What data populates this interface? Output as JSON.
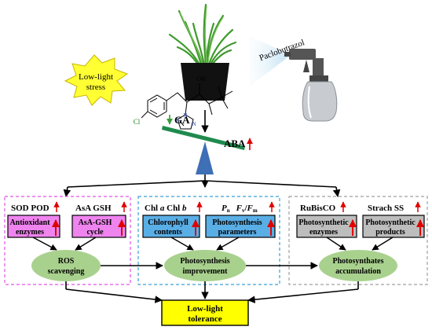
{
  "stress": {
    "label_line1": "Low-light",
    "label_line2": "stress"
  },
  "spray": {
    "label": "Paclobutrazol",
    "atom_oh": "OH",
    "atom_cl": "Cl",
    "atom_n1": "N",
    "atom_n2": "N",
    "atom_n3": "N"
  },
  "hormones": {
    "ga": "GA",
    "aba": "ABA"
  },
  "panels": {
    "left": {
      "sub1_markers": "SOD POD",
      "sub2_markers": "AsA GSH",
      "box1_line1": "Antioxidant",
      "box1_line2": "enzymes",
      "box2_line1": "AsA-GSH",
      "box2_line2": "cycle",
      "oval_line1": "ROS",
      "oval_line2": "scavenging",
      "colors": {
        "border": "#e055e6",
        "box": "#ef84ef"
      }
    },
    "middle": {
      "sub1_markers": {
        "a": "Chl ",
        "b": "a",
        "c": " Chl ",
        "d": "b"
      },
      "sub2_markers": {
        "pn_main": "P",
        "pn_sub": "n",
        "fv_main": "F",
        "fv_sub": "v",
        "slash": "/",
        "fm_main": "F",
        "fm_sub": "m"
      },
      "box1_line1": "Chlorophyll",
      "box1_line2": "contents",
      "box2_line1": "Photosynthesis",
      "box2_line2": "parameters",
      "oval_line1": "Photosynthesis",
      "oval_line2": "improvement",
      "colors": {
        "border": "#3aa0d8",
        "box": "#5aaee6"
      }
    },
    "right": {
      "sub1_markers": "RuBisCO",
      "sub2_markers": "Strach SS",
      "box1_line1": "Photosynthetic",
      "box1_line2": "enzymes",
      "box2_line1": "Photosynthetic",
      "box2_line2": "products",
      "oval_line1": "Photosynthates",
      "oval_line2": "accumulation",
      "colors": {
        "border": "#a0a0a0",
        "box": "#bdbdbd"
      }
    }
  },
  "outcome": {
    "line1": "Low-light",
    "line2": "tolerance"
  },
  "colors": {
    "oval": "#a9d18e",
    "up_arrow": "#e00000",
    "down_arrow": "#3a9a3a",
    "seesaw_beam": "#1f8a4c",
    "seesaw_fulcrum": "#3f6fb5",
    "outcome_box": "#ffff00",
    "star": "#ffff33",
    "pot": "#111111",
    "bottle": "#c8ccd0"
  }
}
